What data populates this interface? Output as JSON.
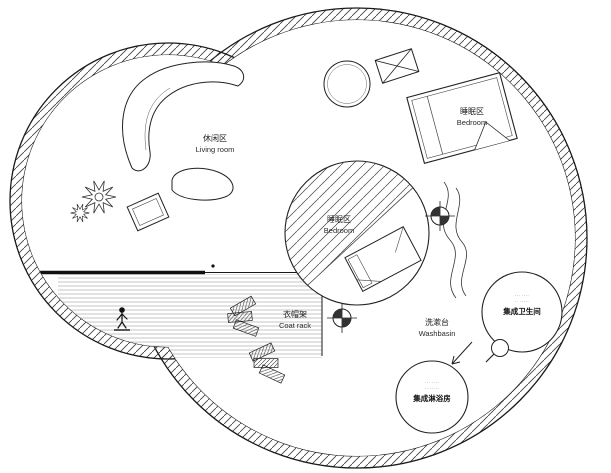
{
  "plan": {
    "title": "circular-house-floor-plan",
    "colors": {
      "line": "#1a1a1a",
      "hatch": "#3d3d3d",
      "background": "#ffffff"
    },
    "rooms": {
      "living": {
        "zh": "休闲区",
        "en": "Living room"
      },
      "bedroom_center": {
        "zh": "睡眠区",
        "en": "Bedroom"
      },
      "bedroom_top": {
        "zh": "睡眠区",
        "en": "Bedroom"
      },
      "coat_rack": {
        "zh": "衣帽架",
        "en": "Coat rack"
      },
      "washbasin": {
        "zh": "洗漱台",
        "en": "Washbasin"
      },
      "bathroom_pod": {
        "name": "集成卫生间",
        "spec1": "··· ····",
        "spec2": "·· ·····"
      },
      "shower_pod": {
        "name": "集成淋浴房",
        "spec1": "··· ····",
        "spec2": "·· ·····"
      }
    },
    "icons": [
      "sofa-icon",
      "coffee-table-icon",
      "plant-icon",
      "lounge-chair-icon",
      "round-table-icon",
      "window-icon",
      "bed-icon",
      "crosshair-icon",
      "coat-rack-icon",
      "figure-icon",
      "washbasin-fixture-icon",
      "direction-arrow-icon"
    ]
  }
}
